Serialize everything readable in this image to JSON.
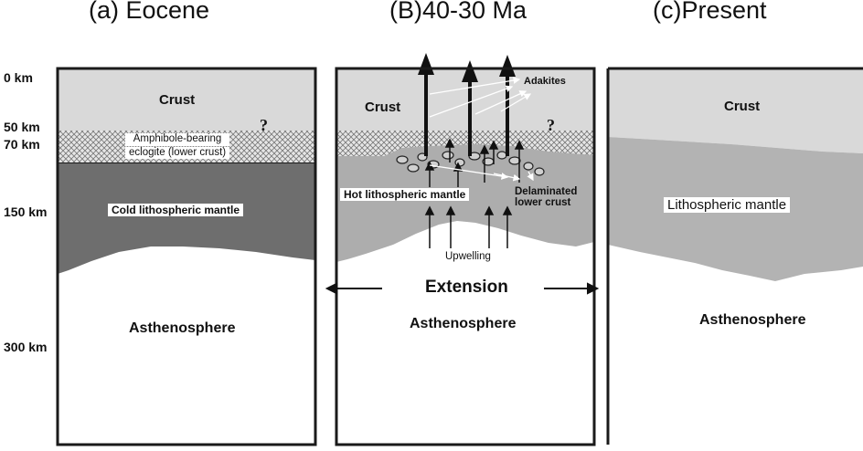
{
  "panels": {
    "a": {
      "title": "(a) Eocene",
      "crust": "Crust",
      "eclogite_line1": "Amphibole-bearing",
      "eclogite_line2": "eclogite (lower crust)",
      "mantle": "Cold lithospheric mantle",
      "asthenosphere": "Asthenosphere",
      "question": "?"
    },
    "b": {
      "title": "(B)40-30 Ma",
      "crust": "Crust",
      "adakites": "Adakites",
      "mantle": "Hot lithospheric mantle",
      "delaminated_line1": "Delaminated",
      "delaminated_line2": "lower crust",
      "upwelling": "Upwelling",
      "extension": "Extension",
      "asthenosphere": "Asthenosphere",
      "question": "?"
    },
    "c": {
      "title": "(c)Present",
      "crust": "Crust",
      "mantle": "Lithospheric mantle",
      "asthenosphere": "Asthenosphere"
    }
  },
  "depth_labels": [
    "0 km",
    "50 km",
    "70 km",
    "150 km",
    "300 km"
  ],
  "colors": {
    "crust": "#d9d9d9",
    "cold_mantle": "#6e6e6e",
    "hot_mantle": "#adadad",
    "present_mantle": "#b3b3b3",
    "asthenosphere": "#ffffff",
    "outline": "#1a1a1a"
  }
}
